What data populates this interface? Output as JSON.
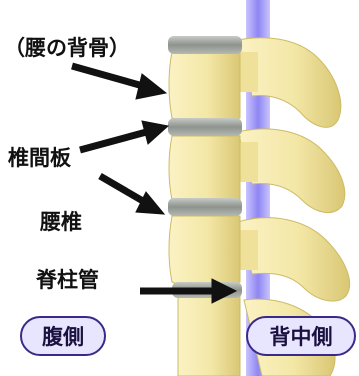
{
  "labels": {
    "lumbar_bone": "（腰の背骨）",
    "intervertebral_disc": "椎間板",
    "lumbar_vertebra": "腰椎",
    "spinal_canal": "脊柱管"
  },
  "sides": {
    "ventral": "腹側",
    "dorsal": "背中側"
  },
  "colors": {
    "bone": "#f3e7a6",
    "bone_shadow": "#d7c56e",
    "disc": "#9a9f9a",
    "canal": "#8f86f2",
    "arrow": "#111111",
    "pill_border": "#3a2a88",
    "pill_fill": "#e8e6ff"
  }
}
